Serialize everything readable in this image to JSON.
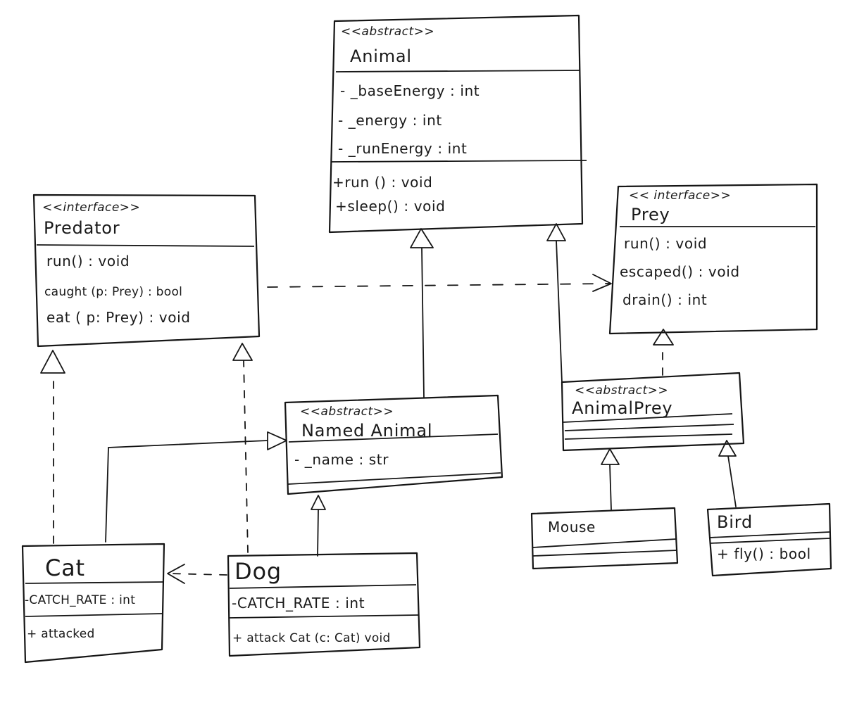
{
  "classes": {
    "animal": {
      "stereotype": "<<abstract>>",
      "name": "Animal",
      "attributes": [
        "- _baseEnergy : int",
        "- _energy : int",
        "- _runEnergy : int"
      ],
      "methods": [
        "+run () : void",
        "+sleep() : void"
      ]
    },
    "predator": {
      "stereotype": "<<interface>>",
      "name": "Predator",
      "methods": [
        "run() : void",
        "caught (p: Prey) : bool",
        "eat ( p: Prey) : void"
      ]
    },
    "prey": {
      "stereotype": "<< interface>>",
      "name": "Prey",
      "methods": [
        "run() : void",
        "escaped() : void",
        "drain() : int"
      ]
    },
    "named_animal": {
      "stereotype": "<<abstract>>",
      "name": "Named Animal",
      "attributes": [
        "- _name : str"
      ]
    },
    "animal_prey": {
      "stereotype": "<<abstract>>",
      "name": "AnimalPrey"
    },
    "cat": {
      "name": "Cat",
      "attributes": [
        "-CATCH_RATE : int"
      ],
      "methods": [
        "+ attacked"
      ]
    },
    "dog": {
      "name": "Dog",
      "attributes": [
        "-CATCH_RATE : int"
      ],
      "methods": [
        "+ attack Cat (c: Cat) void"
      ]
    },
    "mouse": {
      "name": "Mouse"
    },
    "bird": {
      "name": "Bird",
      "methods": [
        "+ fly() : bool"
      ]
    }
  }
}
